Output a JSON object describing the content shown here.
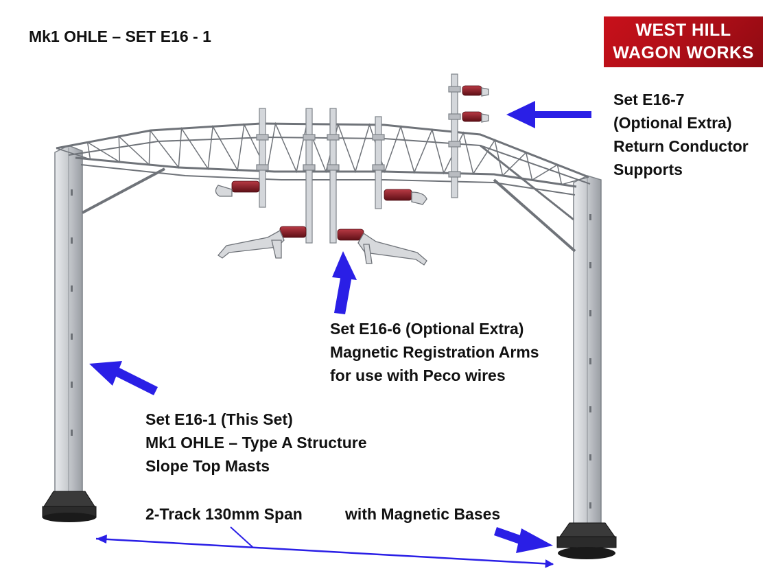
{
  "title": "Mk1 OHLE – SET E16 - 1",
  "logo": {
    "line1": "WEST HILL",
    "line2": "WAGON WORKS",
    "color": "#c8101a"
  },
  "labels": {
    "e16_7": [
      "Set E16-7",
      "(Optional Extra)",
      "Return Conductor",
      "Supports"
    ],
    "e16_6": [
      "Set E16-6 (Optional Extra)",
      "Magnetic Registration Arms",
      "for use with Peco wires"
    ],
    "e16_1": [
      "Set E16-1 (This Set)",
      "Mk1 OHLE – Type A Structure",
      "Slope Top Masts"
    ],
    "span": "2-Track 130mm Span",
    "bases": "with Magnetic Bases"
  },
  "colors": {
    "arrow": "#2a1fe6",
    "steel": "#c9ccd1",
    "steel_dark": "#7d8288",
    "insulator": "#8c1c24",
    "base": "#2b2b2b"
  }
}
